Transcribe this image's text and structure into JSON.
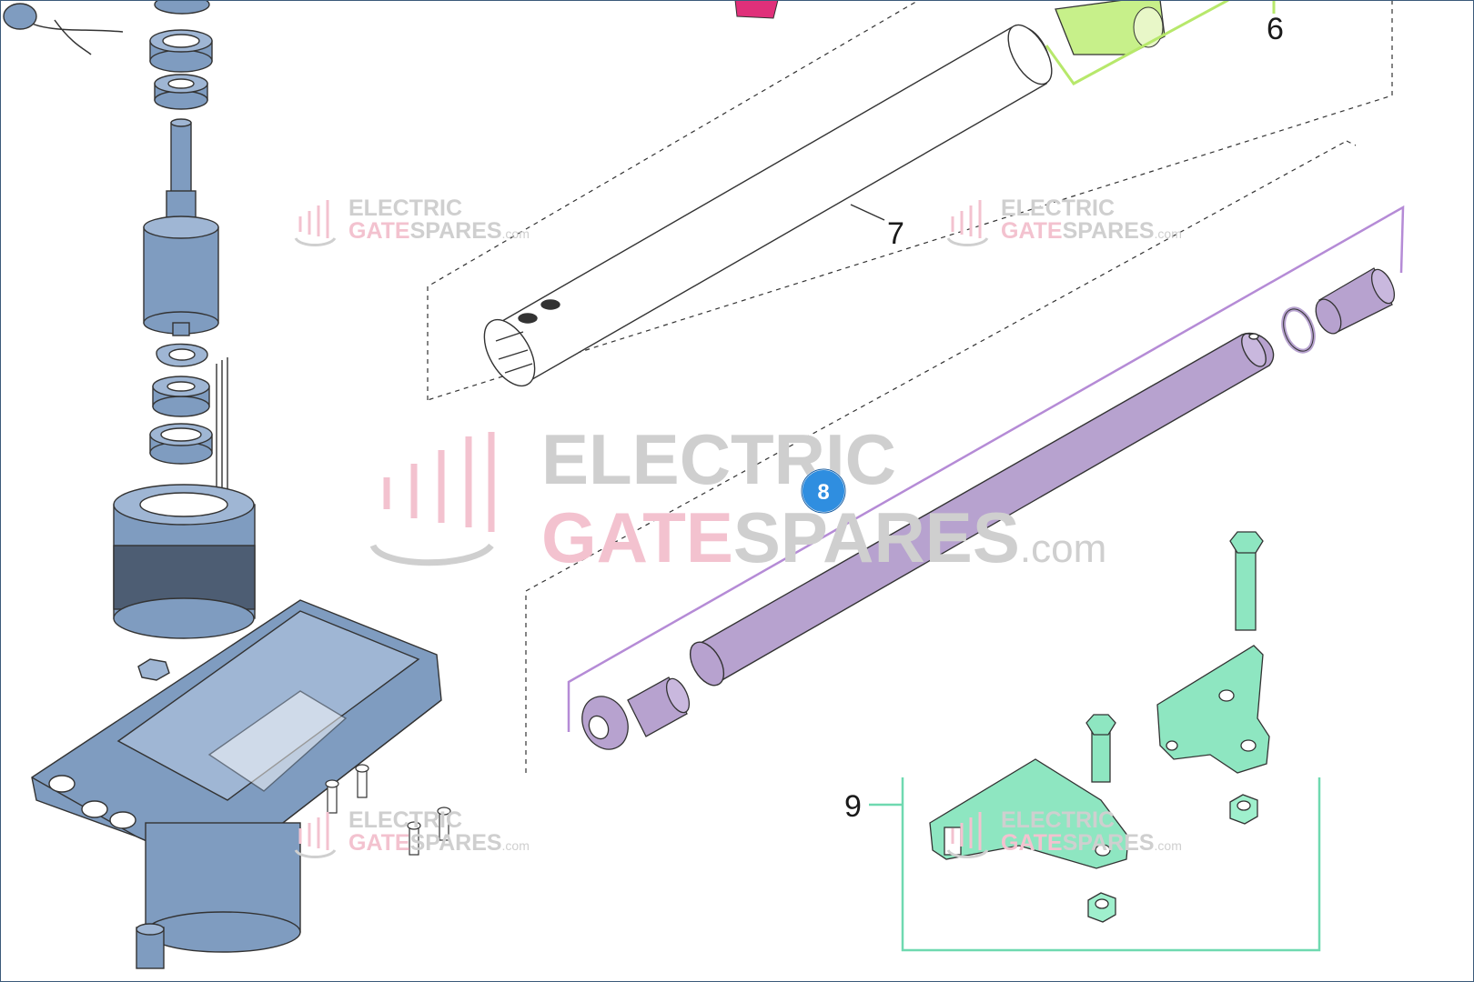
{
  "callouts": {
    "part_6": "6",
    "part_7": "7",
    "part_8": "8",
    "part_9": "9"
  },
  "watermark": {
    "line1": "ELECTRIC",
    "gate": "GATE",
    "spares": "SPARES",
    "suffix": ".com"
  },
  "colors": {
    "motor_blue": "#7f9cc0",
    "tube_purple": "#b7a2cf",
    "bracket_green": "#8ee6c1",
    "nut_green": "#9ff0cd",
    "top_green": "#c7f08a",
    "magenta": "#e0307a",
    "hotspot_blue": "#2f8ee0",
    "group_outline_purple": "#b58bd6",
    "group_outline_green": "#6fd9b0",
    "group_outline_lime": "#b7e86b"
  }
}
